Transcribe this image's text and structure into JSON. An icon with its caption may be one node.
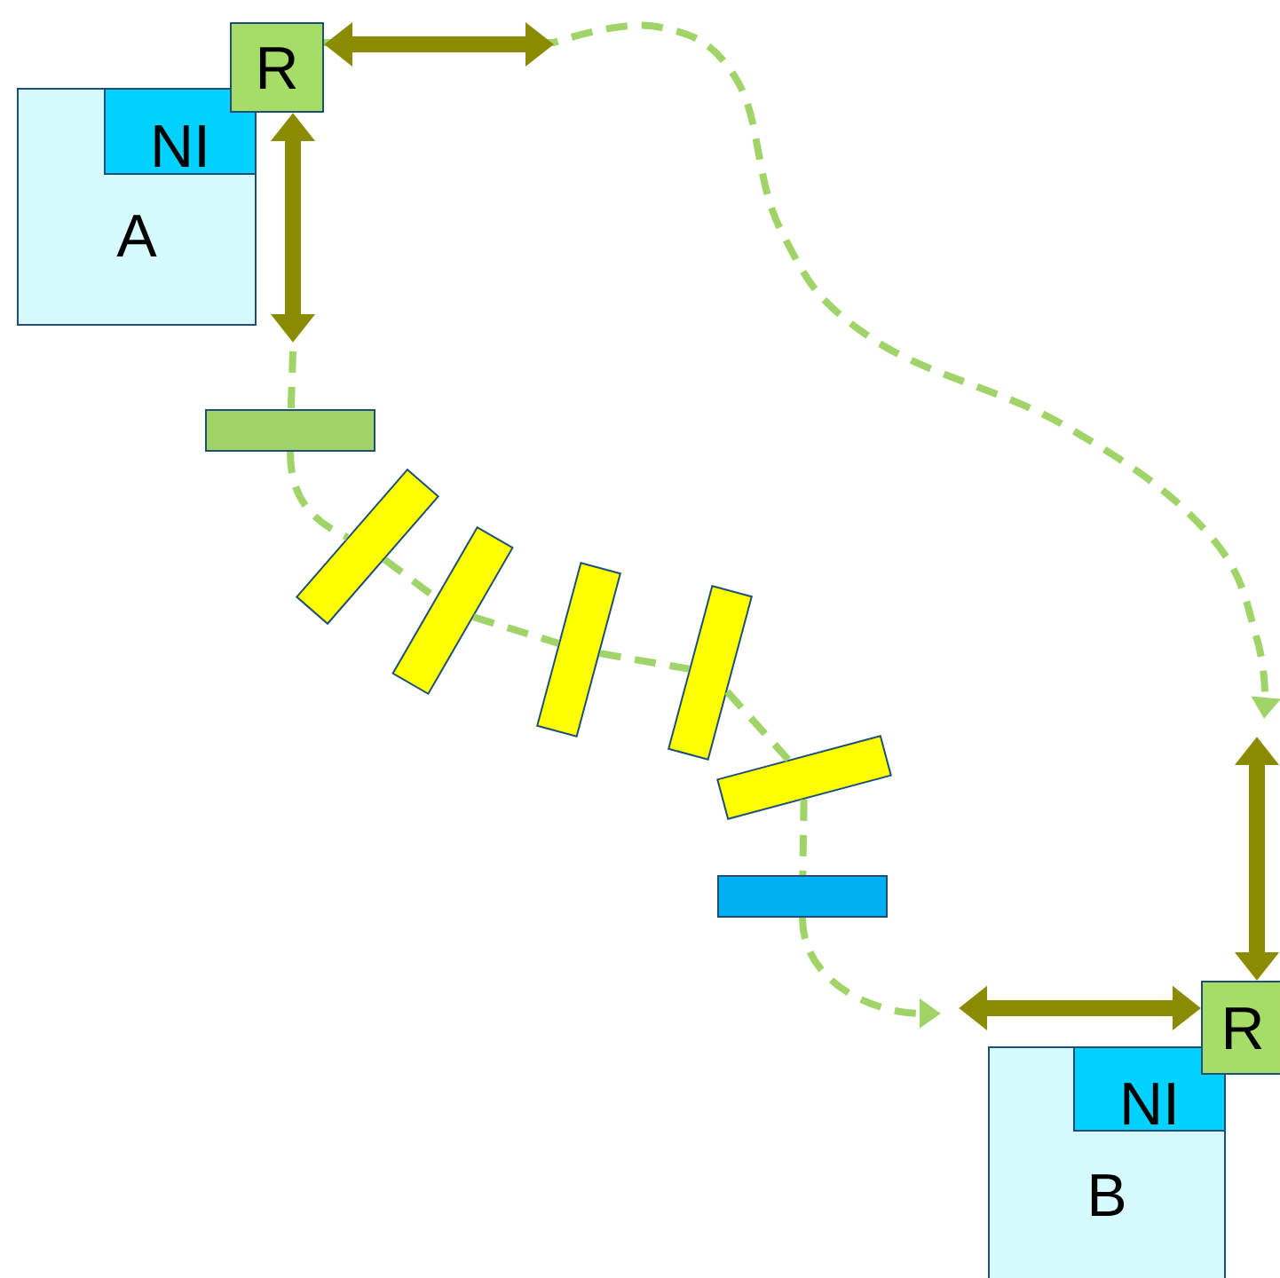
{
  "diagram": {
    "nodes": [
      {
        "text": [
          "A"
        ]
      },
      {
        "text": [
          "NI"
        ],
        "in": 0
      },
      {
        "text": [
          "R"
        ]
      },
      {
        "text": [
          "B"
        ]
      },
      {
        "text": [
          "NI"
        ],
        "in": 3
      },
      {
        "text": [
          "R"
        ]
      },
      {
        "text": [],
        "shape": "bar"
      },
      {
        "text": [],
        "shape": "bar"
      },
      {
        "text": [],
        "shape": "bar"
      },
      {
        "text": [],
        "shape": "bar"
      },
      {
        "text": [],
        "shape": "bar"
      },
      {
        "text": [],
        "shape": "bar"
      },
      {
        "text": [],
        "shape": "bar"
      }
    ],
    "edges": [
      {
        "from": 2,
        "to": null,
        "arrow": "both",
        "style": "thick",
        "color": "#8b8b00"
      },
      {
        "from": 2,
        "to": null,
        "arrow": "both",
        "style": "thick",
        "color": "#8b8b00"
      },
      {
        "from": 5,
        "to": null,
        "arrow": "both",
        "style": "thick",
        "color": "#8b8b00"
      },
      {
        "from": 5,
        "to": null,
        "arrow": "both",
        "style": "thick",
        "color": "#8b8b00"
      },
      {
        "from": 2,
        "to": null,
        "arrow": "to",
        "style": "dashed"
      },
      {
        "from": null,
        "to": 6,
        "arrow": "none",
        "style": "dashed"
      },
      {
        "from": 6,
        "to": 7,
        "arrow": "none",
        "style": "dashed"
      },
      {
        "from": 7,
        "to": 8,
        "arrow": "none",
        "style": "dashed"
      },
      {
        "from": 8,
        "to": 9,
        "arrow": "none",
        "style": "dashed"
      },
      {
        "from": 9,
        "to": 10,
        "arrow": "none",
        "style": "dashed"
      },
      {
        "from": 10,
        "to": 11,
        "arrow": "none",
        "style": "dashed"
      },
      {
        "from": 11,
        "to": 12,
        "arrow": "none",
        "style": "dashed"
      },
      {
        "from": 12,
        "to": null,
        "arrow": "to",
        "style": "dashed"
      }
    ]
  }
}
